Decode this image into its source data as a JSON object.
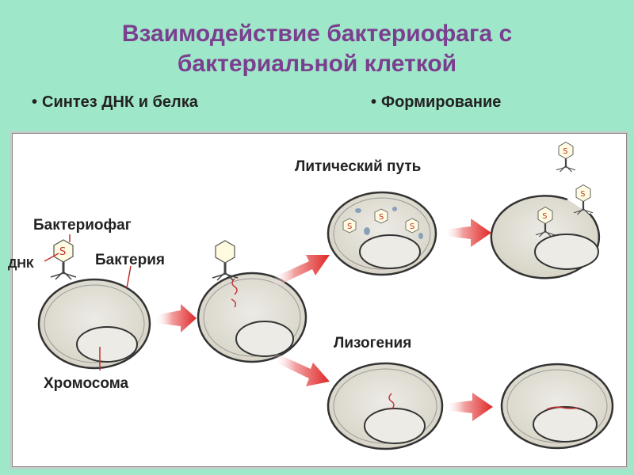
{
  "title": {
    "line1": "Взаимодействие бактериофага с",
    "line2": "бактериальной клеткой"
  },
  "bullets": [
    {
      "text": "Синтез ДНК и белка"
    },
    {
      "text": "Формирование"
    }
  ],
  "labels": {
    "bacteriophage": "Бактериофаг",
    "dna": "ДНК",
    "bacterium": "Бактерия",
    "chromosome": "Хромосома",
    "lytic": "Литический путь",
    "lysogeny": "Лизогения"
  },
  "colors": {
    "title": "#7b3f8f",
    "background": "#9fe7c9",
    "cell_fill": "#e6e2d6",
    "arrow": "#e03030"
  }
}
